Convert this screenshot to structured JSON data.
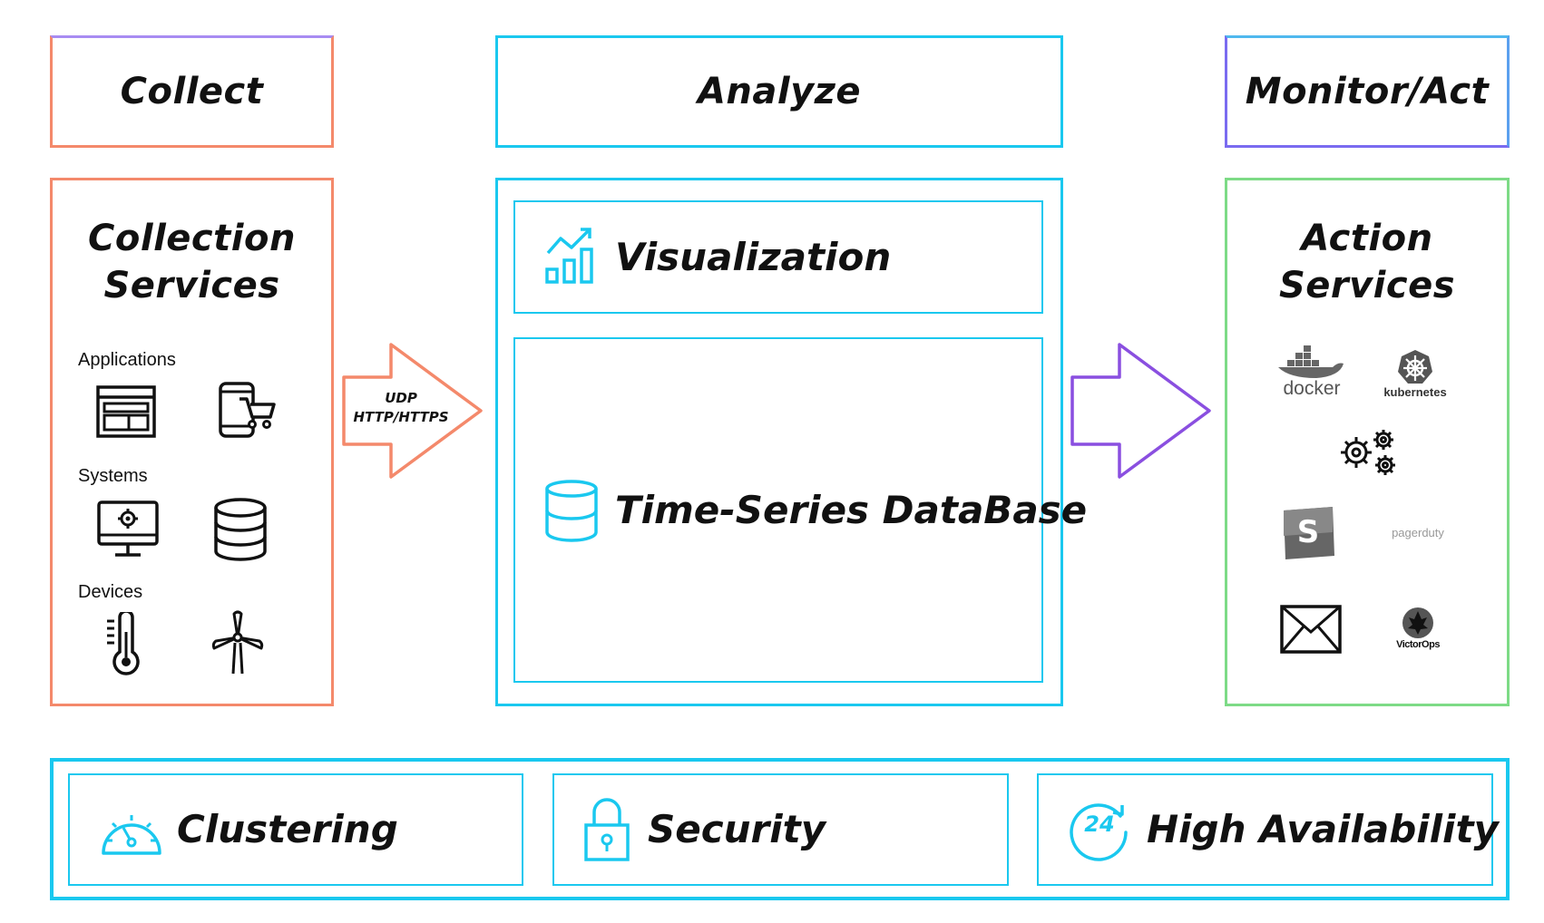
{
  "headers": {
    "collect": "Collect",
    "analyze": "Analyze",
    "monitor": "Monitor/Act"
  },
  "collection": {
    "title_line1": "Collection",
    "title_line2": "Services",
    "groups": {
      "applications": "Applications",
      "systems": "Systems",
      "devices": "Devices"
    }
  },
  "arrow_in": {
    "line1": "UDP",
    "line2": "HTTP/HTTPS"
  },
  "analyze": {
    "visualization": "Visualization",
    "database": "Time-Series DataBase"
  },
  "action": {
    "title_line1": "Action",
    "title_line2": "Services",
    "logos": {
      "docker": "docker",
      "kubernetes": "kubernetes",
      "slack": "S",
      "pagerduty": "pagerduty",
      "victorops": "VictorOps"
    }
  },
  "features": {
    "clustering": "Clustering",
    "security": "Security",
    "availability": "High Availability",
    "availability_badge": "24"
  },
  "colors": {
    "collect": "#f4896b",
    "analyze": "#1ac8ef",
    "monitor_grad_start": "#7a6bf0",
    "action": "#7ddb86",
    "arrow_out": "#8a4fe0"
  }
}
